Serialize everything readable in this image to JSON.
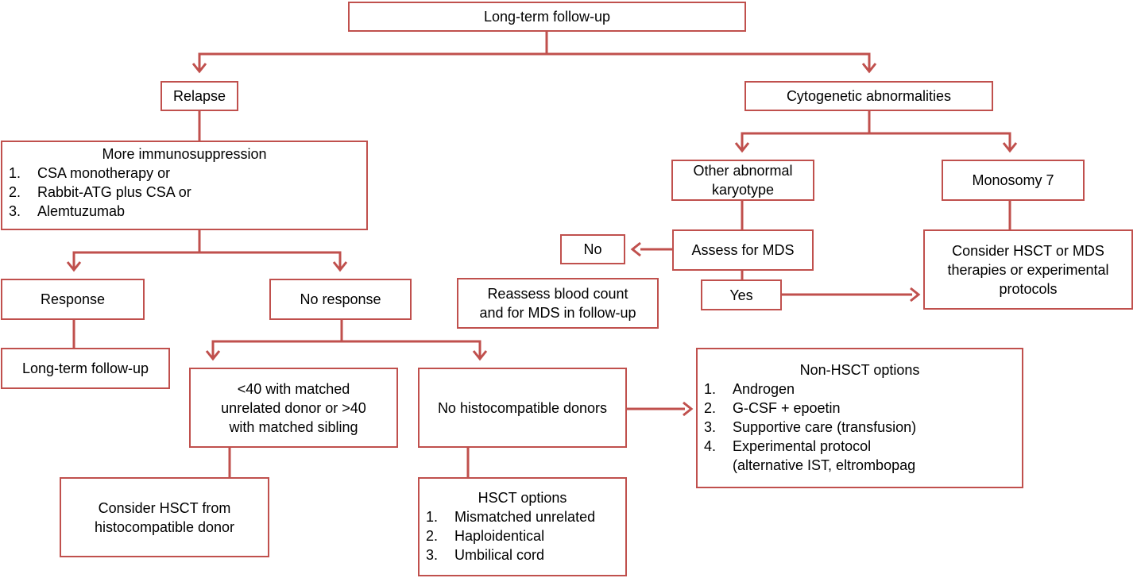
{
  "colors": {
    "line": "#c0504d",
    "text": "#000000",
    "background": "#ffffff"
  },
  "boxes": {
    "follow_up_top": "Long-term follow-up",
    "relapse": "Relapse",
    "cytogenetic": "Cytogenetic abnormalities",
    "immuno": {
      "heading": "More immunosuppression",
      "items": [
        {
          "num": "1.",
          "text": "CSA monotherapy or"
        },
        {
          "num": "2.",
          "text": "Rabbit-ATG plus CSA or"
        },
        {
          "num": "3.",
          "text": "Alemtuzumab"
        }
      ]
    },
    "other_karyotype": "Other abnormal\nkaryotype",
    "monosomy7": "Monosomy 7",
    "no": "No",
    "assess_mds": "Assess for MDS",
    "consider_hsct_mds": "Consider HSCT or MDS\ntherapies or experimental\nprotocols",
    "reassess": "Reassess blood count\nand for MDS in follow-up",
    "yes": "Yes",
    "response": "Response",
    "no_response": "No response",
    "follow_up_left": "Long-term follow-up",
    "matched": "<40 with matched\nunrelated donor or >40\nwith matched sibling",
    "no_histo": "No histocompatible donors",
    "consider_histo": "Consider HSCT from\nhistocompatible donor",
    "hsct_options": {
      "heading": "HSCT options",
      "items": [
        {
          "num": "1.",
          "text": "Mismatched unrelated"
        },
        {
          "num": "2.",
          "text": "Haploidentical"
        },
        {
          "num": "3.",
          "text": "Umbilical cord"
        }
      ]
    },
    "non_hsct": {
      "heading": "Non-HSCT options",
      "items": [
        {
          "num": "1.",
          "text": "Androgen"
        },
        {
          "num": "2.",
          "text": "G-CSF + epoetin"
        },
        {
          "num": "3.",
          "text": "Supportive care (transfusion)"
        },
        {
          "num": "4.",
          "text": "Experimental protocol\n(alternative IST, eltrombopag"
        }
      ]
    }
  }
}
